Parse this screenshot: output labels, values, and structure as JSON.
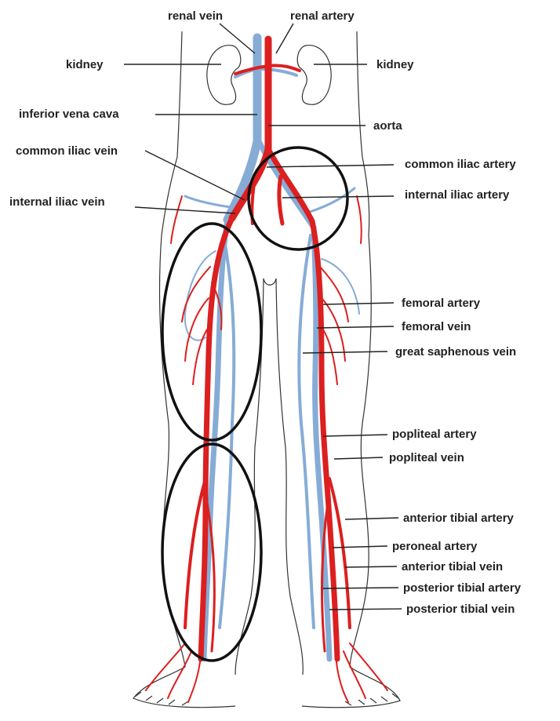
{
  "colors": {
    "artery": "#dc1f1f",
    "vein": "#86acd6",
    "outline": "#333333",
    "highlight_ring": "#111111"
  },
  "labels": {
    "renal_vein": "renal vein",
    "renal_artery": "renal artery",
    "kidney_left": "kidney",
    "kidney_right": "kidney",
    "inferior_vena_cava": "inferior vena cava",
    "aorta": "aorta",
    "common_iliac_vein": "common iliac vein",
    "common_iliac_artery": "common iliac artery",
    "internal_iliac_vein": "internal iliac vein",
    "internal_iliac_artery": "internal iliac artery",
    "femoral_artery": "femoral artery",
    "femoral_vein": "femoral vein",
    "great_saphenous_vein": "great saphenous vein",
    "popliteal_artery": "popliteal artery",
    "popliteal_vein": "popliteal vein",
    "anterior_tibial_artery": "anterior tibial artery",
    "peroneal_artery": "peroneal artery",
    "anterior_tibial_vein": "anterior tibial vein",
    "posterior_tibial_artery": "posterior tibial artery",
    "posterior_tibial_vein": "posterior tibial vein"
  }
}
